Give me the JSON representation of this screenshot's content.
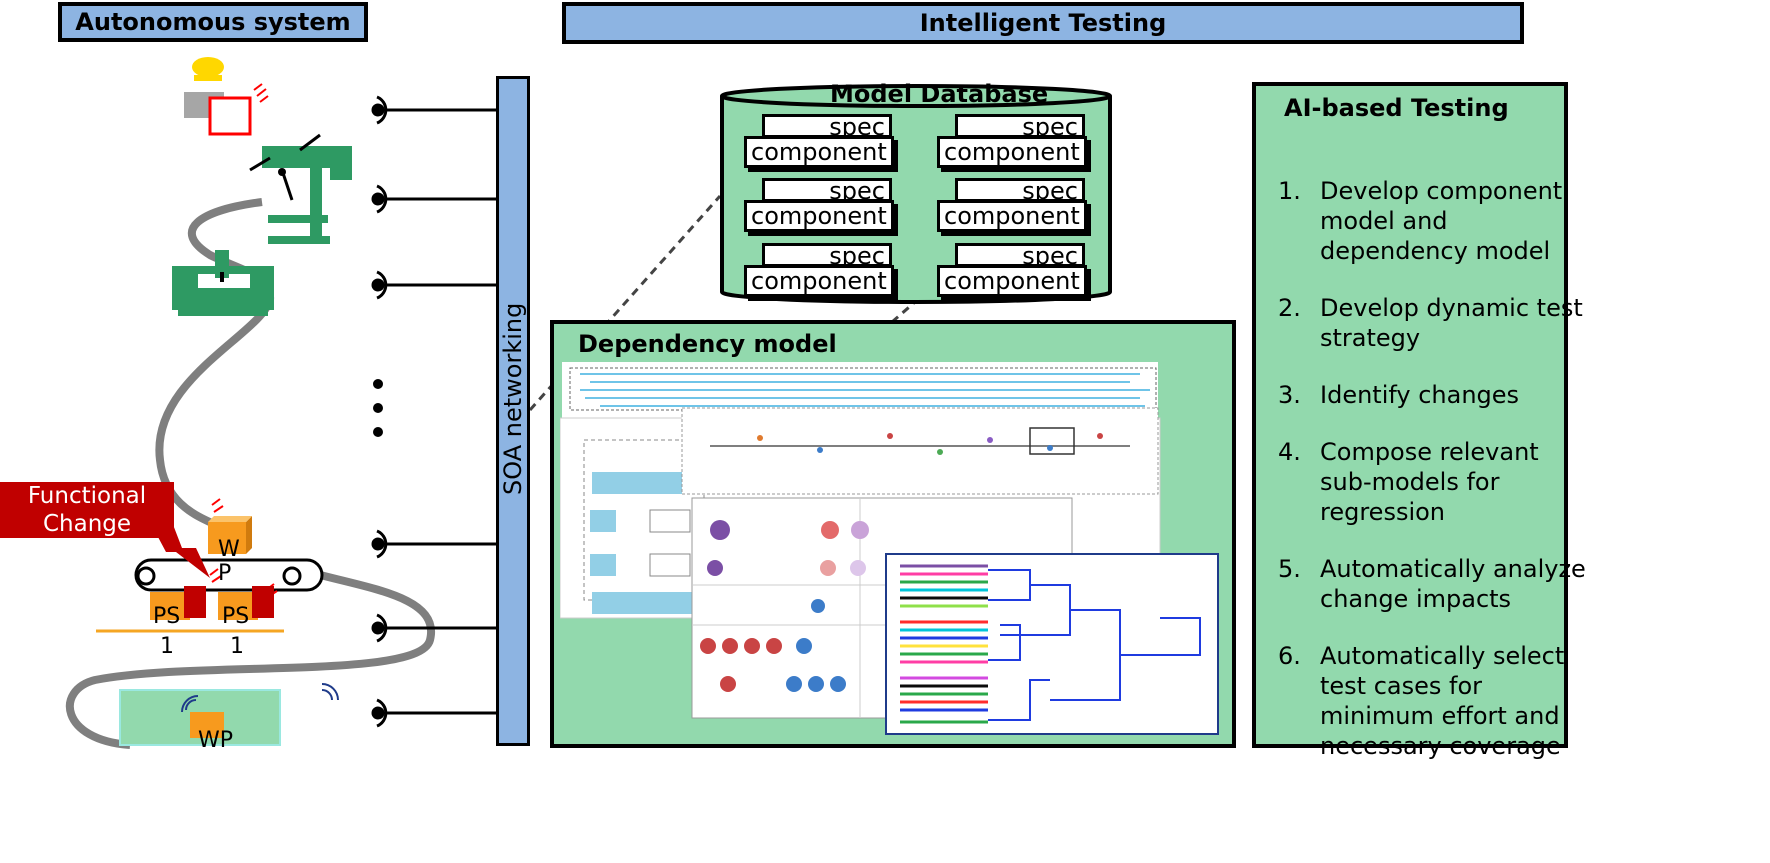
{
  "headers": {
    "autonomous_system": "Autonomous system",
    "intelligent_testing": "Intelligent Testing"
  },
  "networking": {
    "label": "SOA networking"
  },
  "model_database": {
    "title": "Model Database",
    "components": [
      {
        "spec": "spec",
        "component": "component"
      },
      {
        "spec": "spec",
        "component": "component"
      },
      {
        "spec": "spec",
        "component": "component"
      },
      {
        "spec": "spec",
        "component": "component"
      },
      {
        "spec": "spec",
        "component": "component"
      },
      {
        "spec": "spec",
        "component": "component"
      }
    ]
  },
  "dependency_model": {
    "title": "Dependency model"
  },
  "ai_testing": {
    "title": "AI-based Testing",
    "steps": [
      {
        "num": "1.",
        "text": "Develop component model and dependency model"
      },
      {
        "num": "2.",
        "text": "Develop dynamic test strategy"
      },
      {
        "num": "3.",
        "text": "Identify changes"
      },
      {
        "num": "4.",
        "text": "Compose relevant sub-models for regression"
      },
      {
        "num": "5.",
        "text": "Automatically analyze change impacts"
      },
      {
        "num": "6.",
        "text": "Automatically select test cases for minimum effort and necessary coverage"
      }
    ]
  },
  "system_labels": {
    "functional_change": "Functional Change",
    "wp_belt": "W P",
    "ps_left": "PS",
    "ps_left_num": "1",
    "ps_right": "PS",
    "ps_right_num": "1",
    "wp_box": "WP"
  },
  "colors": {
    "header_blue": "#8db4e2",
    "panel_green": "#92d9ad",
    "machine_green": "#2e9a63",
    "alert_red": "#c00000",
    "box_orange": "#f79a1e"
  }
}
